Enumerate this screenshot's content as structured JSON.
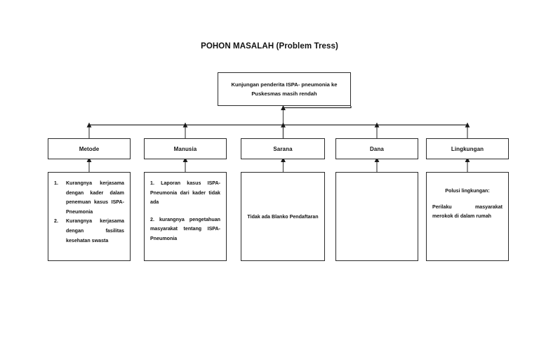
{
  "page": {
    "title": "POHON MASALAH (Problem Tress)"
  },
  "root_problem": {
    "text": "Kunjungan penderita ISPA- pneumonia ke Puskesmas masih rendah"
  },
  "categories": [
    {
      "id": "metode",
      "label": "Metode"
    },
    {
      "id": "manusia",
      "label": "Manusia"
    },
    {
      "id": "sarana",
      "label": "Sarana"
    },
    {
      "id": "dana",
      "label": "Dana"
    },
    {
      "id": "lingkungan",
      "label": "Lingkungan"
    }
  ],
  "details": {
    "metode": {
      "item_1_number": "1.",
      "item_1_text": "Kurangnya kerjasama dengan kader dalam penemuan kasus ISPA-Pneumonia",
      "item_2_number": "2.",
      "item_2_text": "Kurangnya kerjasama dengan fasilitas kesehatan swasta"
    },
    "manusia": {
      "item_1": "1. Laporan kasus ISPA-Pneumonia dari kader tidak ada",
      "item_2": "2. kurangnya pengetahuan masyarakat tentang ISPA-Pneumonia"
    },
    "sarana": {
      "text": "Tidak ada Blanko Pendaftaran"
    },
    "dana": {
      "text": ""
    },
    "lingkungan": {
      "heading": "Polusi lingkungan:",
      "body": "Perilaku masyarakat merokok di dalam rumah"
    }
  },
  "colors": {
    "box_border": "#2b2b2b",
    "connector": "#555555",
    "text": "#111111",
    "background": "#ffffff"
  }
}
